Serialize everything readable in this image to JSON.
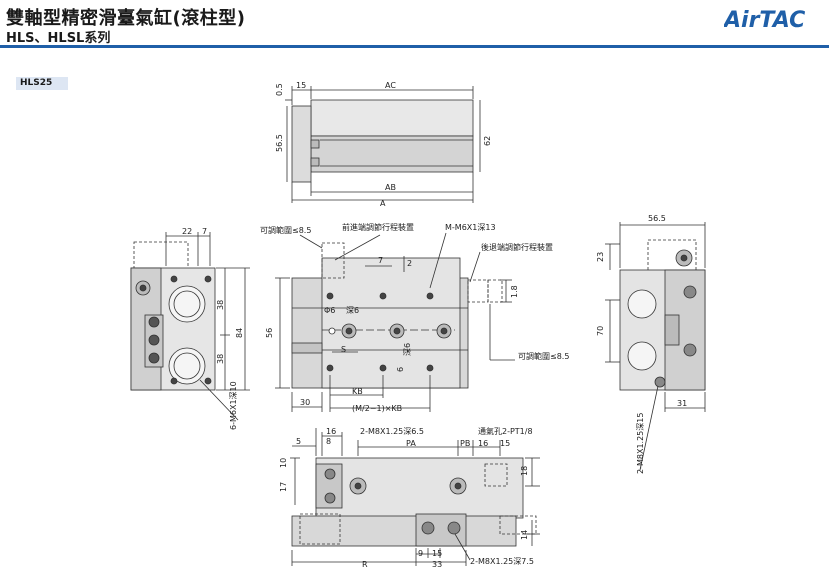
{
  "header": {
    "title": "雙軸型精密滑臺氣缸(滾柱型)",
    "subtitle": "HLS、HLSL系列",
    "brand": "AirTAC",
    "model_tag": "HLS25"
  },
  "colors": {
    "accent": "#1f5fa8",
    "tag_bg": "#dde6f3",
    "part_fill": "#d4d4d4"
  },
  "top_view": {
    "d_0_5": "0.5",
    "d_15": "15",
    "d_ac": "AC",
    "d_56_5": "56.5",
    "d_62": "62",
    "d_ab": "AB",
    "d_a": "A"
  },
  "left_view": {
    "d_22": "22",
    "d_7": "7",
    "d_38a": "38",
    "d_38b": "38",
    "d_84": "84",
    "note": "6-M6X1深10"
  },
  "front_view": {
    "adj_left": "可調範圍≤8.5",
    "front_adj": "前進端調節行程裝置",
    "screw": "M-M6X1深13",
    "rear_adj": "後退端調節行程裝置",
    "d_7": "7",
    "d_2": "2",
    "d_1_8": "1.8",
    "d_56": "56",
    "pin_a": "Φ6",
    "pin_a_depth": "深6",
    "d_s": "S",
    "d_6h": "6",
    "depth_6": "深6",
    "adj_right": "可調範圍≤8.5",
    "d_30": "30",
    "d_kb": "KB",
    "d_mkb": "(M/2−1)×KB"
  },
  "right_view": {
    "d_56_5": "56.5",
    "d_23": "23",
    "d_70": "70",
    "d_31": "31",
    "note": "2-M8X1.25深15"
  },
  "bottom_view": {
    "d_16": "16",
    "d_5": "5",
    "d_8": "8",
    "screw_top": "2-M8X1.25深6.5",
    "vent": "通氣孔2-PT1/8",
    "d_pa": "PA",
    "d_pb": "PB",
    "d_16b": "16",
    "d_15": "15",
    "d_18": "18",
    "d_17": "17",
    "d_10": "10",
    "d_14": "14",
    "d_9": "9",
    "d_15b": "15",
    "d_33": "33",
    "d_r": "R",
    "screw_bottom": "2-M8X1.25深7.5"
  }
}
